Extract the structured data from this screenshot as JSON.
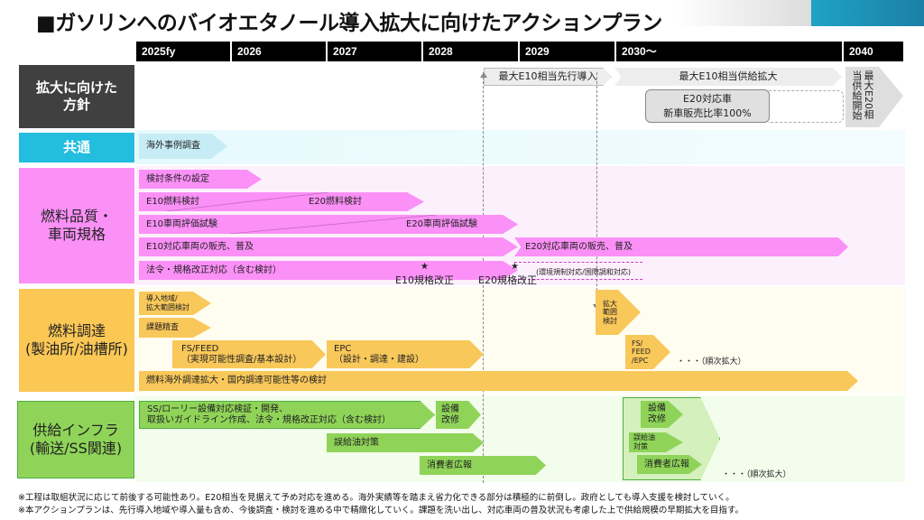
{
  "title": "■ガソリンへのバイオエタノール導入拡大に向けたアクションプラン",
  "years": [
    "2025fy",
    "2026",
    "2027",
    "2028",
    "2029",
    "2030〜",
    "2040"
  ],
  "colors": {
    "policy_header": "#404040",
    "common_header": "#23bde0",
    "fuel_quality_header": "#fb90f7",
    "procurement_header": "#fbc755",
    "infra_header": "#8fd458"
  },
  "policy": {
    "label": "拡大に向けた\n方針",
    "items": {
      "e10_early": "最大E10相当先行導入",
      "e10_expand": "最大E10相当供給拡大",
      "e20_vehicle_line1": "E20対応車",
      "e20_vehicle_line2": "新車販売比率100%",
      "e20_start": "最大E20相当供給開始"
    }
  },
  "common": {
    "label": "共通",
    "items": {
      "overseas_survey": "海外事例調査"
    }
  },
  "fuel_quality": {
    "label_line1": "燃料品質・",
    "label_line2": "車両規格",
    "items": {
      "conditions": "検討条件の設定",
      "e10_fuel": "E10燃料検討",
      "e20_fuel": "E20燃料検討",
      "e10_vehicle_test": "E10車両評価試験",
      "e20_vehicle_test": "E20車両評価試験",
      "e10_sales": "E10対応車両の販売、普及",
      "e20_sales": "E20対応車両の販売、普及",
      "law": "法令・規格改正対応（含む検討）",
      "e10_standard": "E10規格改正",
      "e20_standard": "E20規格改正",
      "env_reg": "(環境規制対応/国際調和対応)",
      "star": "★"
    }
  },
  "procurement": {
    "label_line1": "燃料調達",
    "label_line2": "(製油所/油槽所)",
    "items": {
      "region_line1": "導入地域/",
      "region_line2": "拡大範囲検討",
      "issues": "課題精査",
      "fs_line1": "FS/FEED",
      "fs_line2": "（実現可能性調査/基本設計）",
      "epc_line1": "EPC",
      "epc_line2": "（設計・調達・建設）",
      "expand_line1": "拡大",
      "expand_line2": "範囲",
      "expand_line3": "検討",
      "fsepc_line1": "FS/",
      "fsepc_line2": "FEED",
      "fsepc_line3": "/EPC",
      "sequential": "・・・（順次拡大）",
      "overseas": "燃料海外調達拡大・国内調達可能性等の検討"
    }
  },
  "infra": {
    "label_line1": "供給インフラ",
    "label_line2": "(輸送/SS関連)",
    "items": {
      "ss_line1": "SS/ローリー設備対応検証・開発、",
      "ss_line2": "取扱いガイドライン作成、法令・規格改正対応（含む検討）",
      "equip_line1": "設備",
      "equip_line2": "改修",
      "misfuel": "誤給油対策",
      "pr": "消費者広報",
      "equip2_line1": "設備",
      "equip2_line2": "改修",
      "misfuel2_line1": "誤給油",
      "misfuel2_line2": "対策",
      "pr2": "消費者広報",
      "sequential": "・・・（順次拡大）"
    }
  },
  "footnotes": [
    "※工程は取組状況に応じて前後する可能性あり。E20相当を見据えて予め対応を進める。海外実績等を踏まえ省力化できる部分は積極的に前倒し。政府としても導入支援を検討していく。",
    "※本アクションプランは、先行導入地域や導入量も含め、今後調査・検討を進める中で精緻化していく。課題を洗い出し、対応車両の普及状況も考慮した上で供給規模の早期拡大を目指す。"
  ]
}
